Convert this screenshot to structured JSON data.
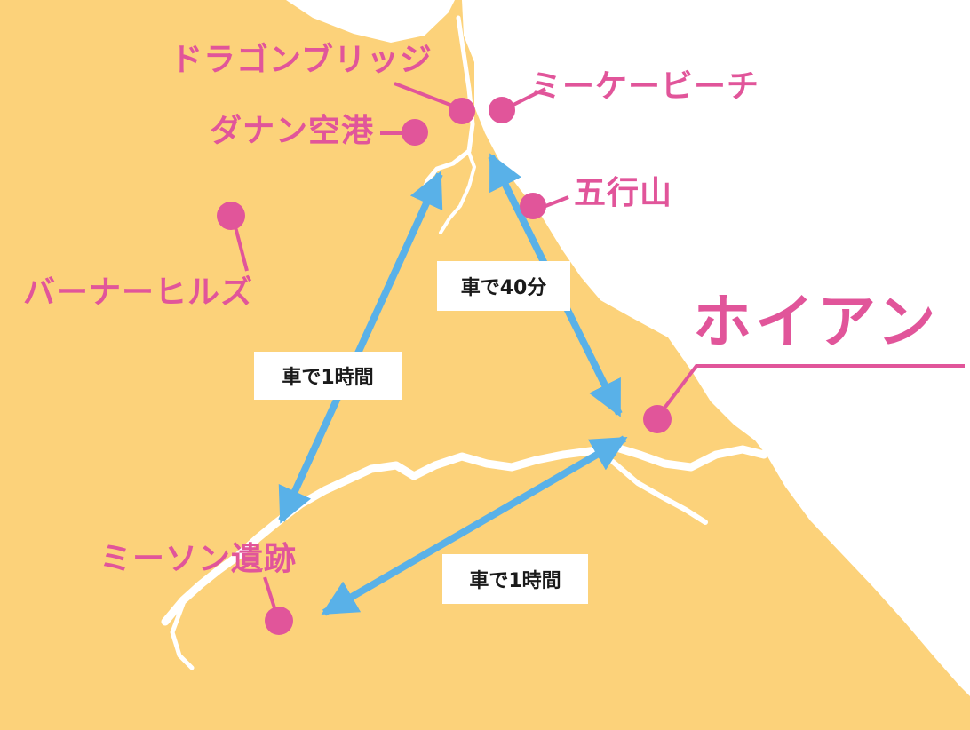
{
  "colors": {
    "land": "#fcd27a",
    "sea": "#ffffff",
    "river": "#ffffff",
    "pin": "#e1559a",
    "label": "#e1559a",
    "route": "#59b1e8",
    "box_text": "#1a1a1a"
  },
  "places": {
    "dragon_bridge": "ドラゴンブリッジ",
    "danang_airport": "ダナン空港",
    "my_khe_beach": "ミーケービーチ",
    "marble_mountains": "五行山",
    "ba_na_hills": "バーナーヒルズ",
    "hoi_an": "ホイアン",
    "my_son": "ミーソン遺跡"
  },
  "routes": {
    "danang_hoian": "車で40分",
    "danang_myson": "車で1時間",
    "myson_hoian": "車で1時間"
  }
}
